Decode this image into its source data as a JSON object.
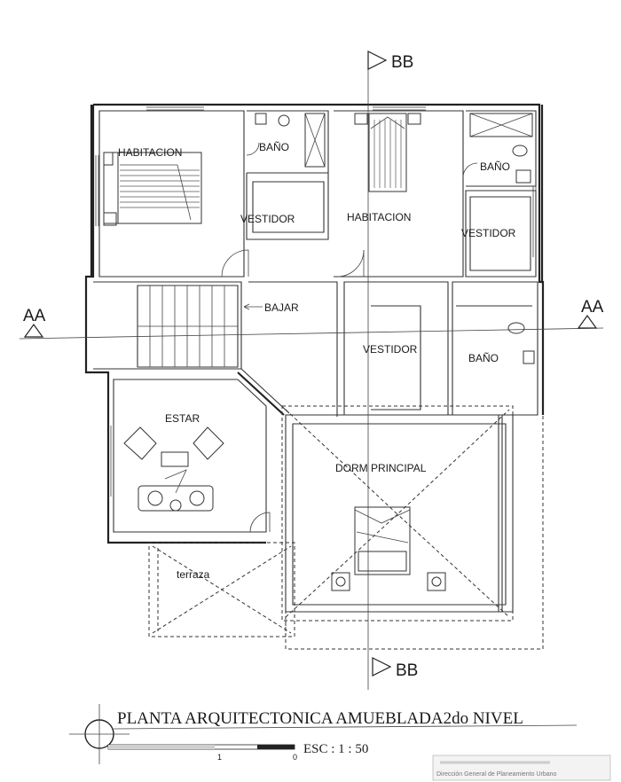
{
  "rooms": {
    "habitacion_1": "HABITACION",
    "bano_1": "BAÑO",
    "vestidor_1": "VESTIDOR",
    "habitacion_2": "HABITACION",
    "bano_2": "BAÑO",
    "vestidor_2": "VESTIDOR",
    "bajar": "BAJAR",
    "vestidor_3": "VESTIDOR",
    "bano_3": "BAÑO",
    "estar": "ESTAR",
    "dorm_principal": "DORM PRINCIPAL",
    "terraza": "terraza"
  },
  "sections": {
    "bb_top": "BB",
    "bb_bottom": "BB",
    "aa_left": "AA",
    "aa_right": "AA"
  },
  "title_block": {
    "title": "PLANTA ARQUITECTONICA  AMUEBLADA2do NIVEL",
    "scale": "ESC : 1 : 50",
    "scale_tick_1": "1",
    "scale_tick_0": "0"
  },
  "stamp": {
    "line1": "Dirección General de Planeamiento Urbano"
  }
}
